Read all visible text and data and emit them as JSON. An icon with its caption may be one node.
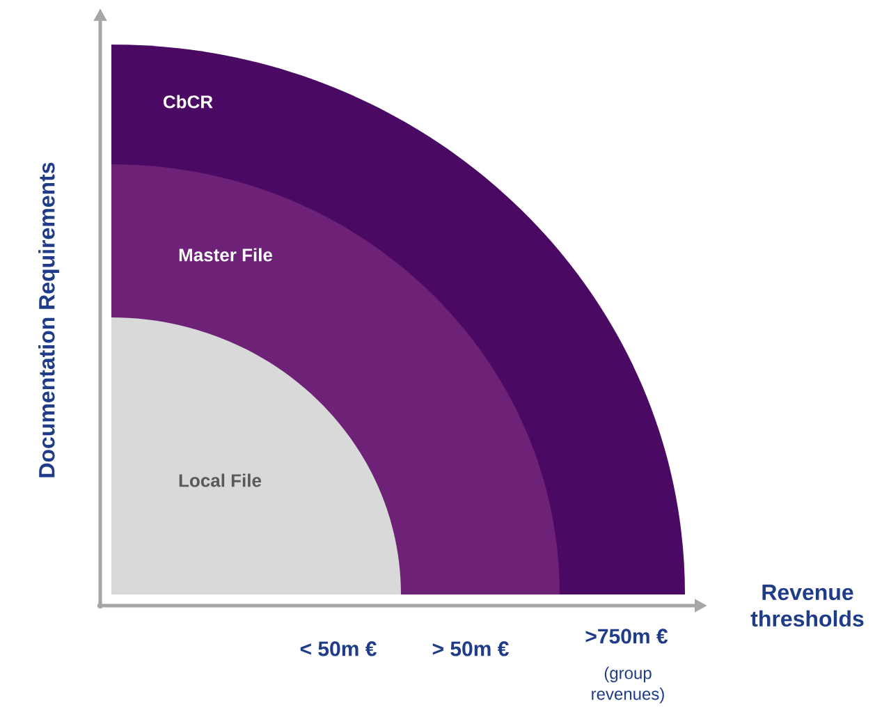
{
  "diagram": {
    "nodes": [
      {
        "text": [
          "CbCR"
        ]
      },
      {
        "text": [
          "Master File"
        ],
        "in": 0
      },
      {
        "text": [
          "Local File"
        ],
        "in": 1
      }
    ],
    "labels": [
      "Documentation Requirements",
      "Revenue thresholds",
      "< 50m €",
      "> 50m €",
      ">750m €",
      "(group revenues)"
    ]
  }
}
